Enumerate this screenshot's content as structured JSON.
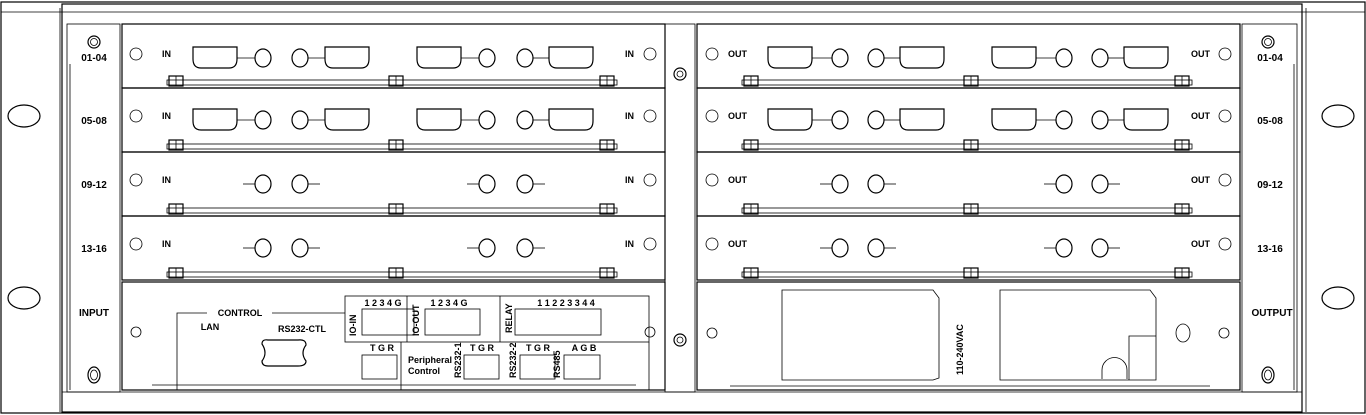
{
  "colors": {
    "line": "#000000",
    "background": "#ffffff"
  },
  "input_side": {
    "row_labels": [
      "01-04",
      "05-08",
      "09-12",
      "13-16",
      "INPUT"
    ],
    "card_label": "IN"
  },
  "output_side": {
    "row_labels": [
      "01-04",
      "05-08",
      "09-12",
      "13-16",
      "OUTPUT"
    ],
    "card_label": "OUT"
  },
  "control_card": {
    "control": "CONTROL",
    "lan": "LAN",
    "rs232_ctl": "RS232-CTL",
    "io_in": "IO-IN",
    "io_in_pins": "1 2 3 4 G",
    "io_out": "IO-OUT",
    "io_out_pins": "1 2 3 4 G",
    "relay": "RELAY",
    "relay_pins": "1 1 2 2 3 3 4 4",
    "tgr": "T G R",
    "peripheral_1": "Peripheral",
    "peripheral_2": "Control",
    "rs232_1": "RS232-1",
    "rs232_2": "RS232-2",
    "rs485": "RS485",
    "agb": "A G B"
  },
  "power_card": {
    "voltage": "110-240VAC"
  }
}
